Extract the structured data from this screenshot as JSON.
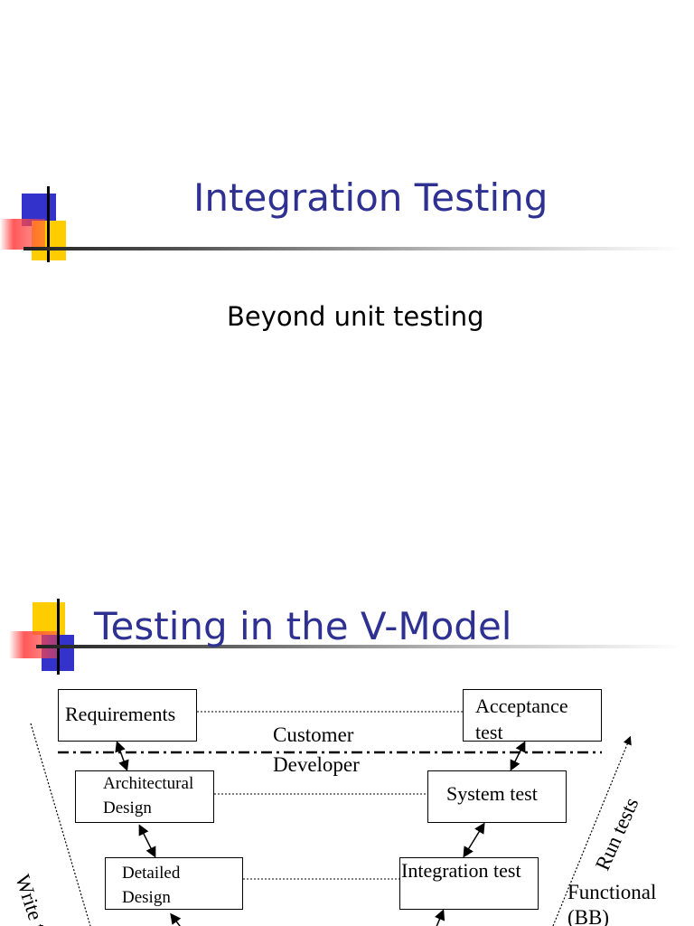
{
  "slide1": {
    "title": "Integration Testing",
    "subtitle": "Beyond unit testing"
  },
  "slide2": {
    "title": "Testing in the V-Model",
    "boxes": {
      "requirements": "Requirements",
      "acceptance_line1": "Acceptance",
      "acceptance_line2": "test",
      "architectural_line1": "Architectural",
      "architectural_line2": "Design",
      "system_test": "System test",
      "detailed_line1": "Detailed",
      "detailed_line2": "Design",
      "integration_test": "Integration test"
    },
    "labels": {
      "customer": "Customer",
      "developer": "Developer",
      "write_tests": "Write tests",
      "run_tests": "Run  tests",
      "functional_line1": "Functional",
      "functional_line2": "(BB)"
    }
  }
}
